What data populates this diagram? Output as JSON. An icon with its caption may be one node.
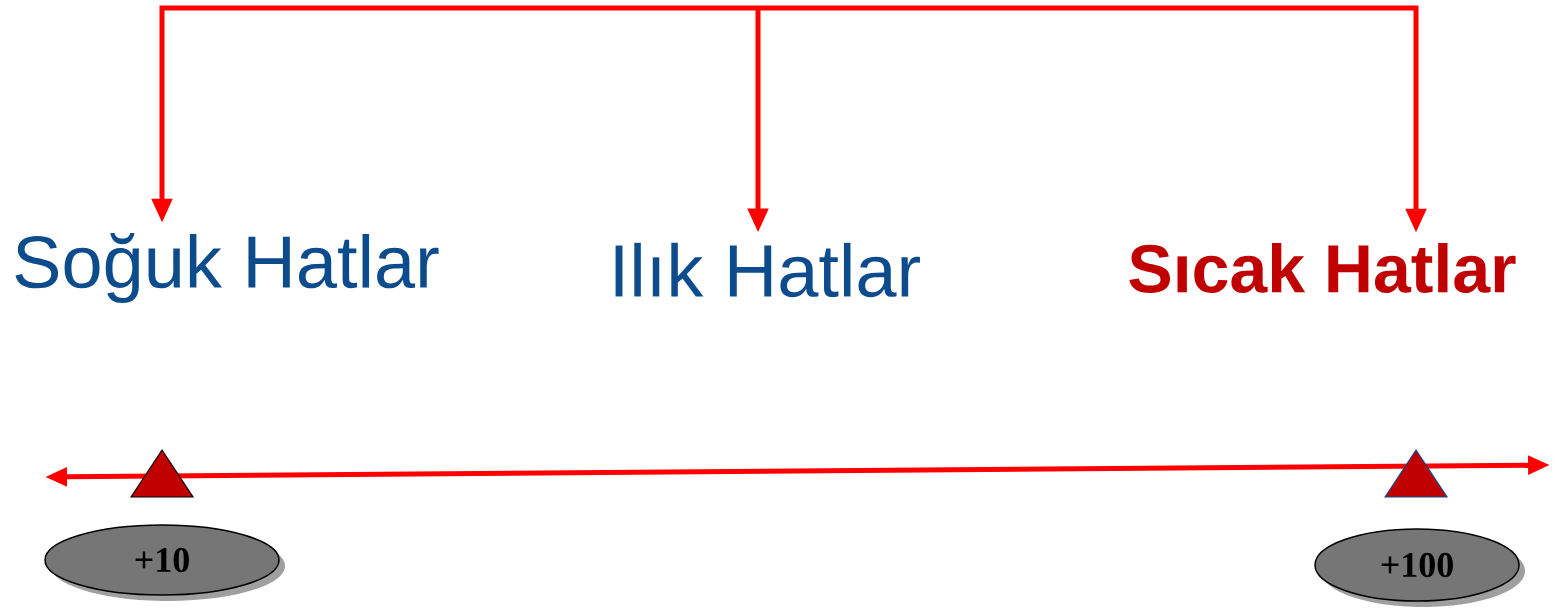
{
  "diagram": {
    "nodes": [
      {
        "text": [
          "Soğuk Hatlar"
        ]
      },
      {
        "text": [
          "Ilık Hatlar"
        ]
      },
      {
        "text": [
          "Sıcak Hatlar"
        ]
      },
      {
        "text": [
          "+10"
        ]
      },
      {
        "text": [
          "+100"
        ]
      }
    ],
    "edges": [
      {
        "from": null,
        "to": 0,
        "arrow": "to"
      },
      {
        "from": null,
        "to": 1,
        "arrow": "to"
      },
      {
        "from": null,
        "to": 2,
        "arrow": "to"
      }
    ]
  }
}
